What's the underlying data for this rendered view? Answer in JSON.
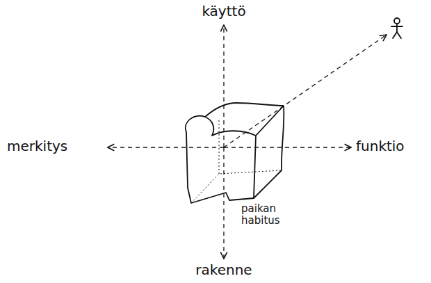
{
  "diagram": {
    "nodes": [
      {
        "text": [
          "paikan habitus"
        ]
      }
    ],
    "labels": [
      "käyttö",
      "merkitys",
      "funktio",
      "rakenne"
    ]
  }
}
